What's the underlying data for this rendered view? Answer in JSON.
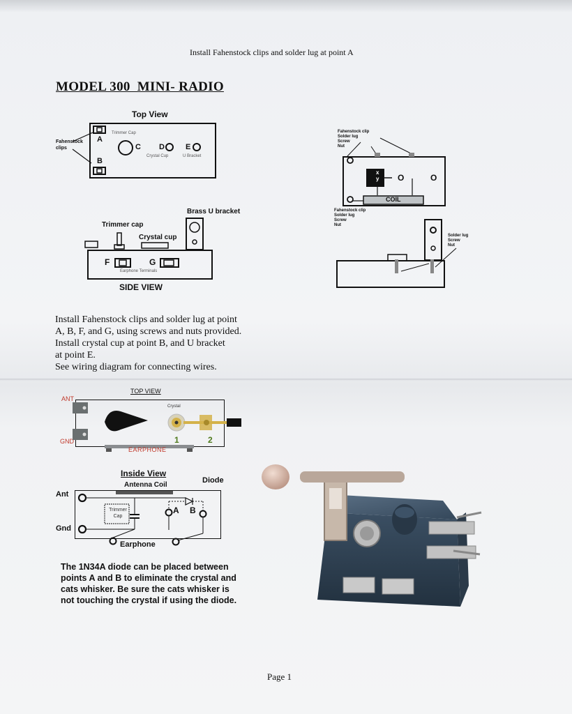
{
  "header": {
    "instruction_line": "Install Fahenstock clips and solder lug at point A"
  },
  "title": "MODEL 300  MINI- RADIO",
  "top_view": {
    "heading": "Top View",
    "clips_label": "Fahenstock clips",
    "trimmer_label": "Trimmer Cap",
    "crystal_cup_label": "Crystal Cup",
    "u_bracket_label": "U Bracket",
    "points": {
      "a": "A",
      "b": "B",
      "c": "C",
      "d": "D",
      "e": "E"
    }
  },
  "side_view": {
    "heading": "SIDE VIEW",
    "brass_label": "Brass U bracket",
    "trimmer_label": "Trimmer cap",
    "crystal_label": "Crystal cup",
    "terminals_label": "Earphone Terminals",
    "points": {
      "f": "F",
      "g": "G"
    }
  },
  "detail_top": {
    "clip_label": "Fahenstock clip",
    "lug_label": "Solder lug",
    "screw_label": "Screw",
    "nut_label": "Nut",
    "coil_label": "COIL",
    "diode_marks": {
      "x": "x",
      "y": "y"
    }
  },
  "detail_side": {
    "clip_label": "Fahenstock clip",
    "lug_label": "Solder lug",
    "screw_label": "Screw",
    "nut_label": "Nut",
    "right_lug_label": "Solder lug",
    "right_screw_label": "Screw",
    "right_nut_label": "Nut"
  },
  "instructions": [
    "Install Fahenstock clips and solder lug at point",
    "A,  B,  F, and G,  using screws and nuts provided.",
    "Install crystal cup at point B, and U bracket",
    "at point E.",
    "See wiring diagram for connecting wires."
  ],
  "color_top_view": {
    "heading": "TOP VIEW",
    "ant_label": "ANT",
    "gnd_label": "GND",
    "crystal_label": "Crystal",
    "earphone_label": "EARPHONE",
    "pos1": "1",
    "pos2": "2",
    "colors": {
      "label_red": "#c0392b",
      "chassis": "#222222",
      "crystal_cup": "#d4b24a"
    }
  },
  "inside_view": {
    "heading": "Inside View",
    "coil_label": "Antenna Coil",
    "diode_label": "Diode",
    "ant_label": "Ant",
    "gnd_label": "Gnd",
    "trimmer_label": "Trimmer Cap",
    "point_a": "A",
    "point_b": "B",
    "earphone_label": "Earphone"
  },
  "diode_note": [
    "The 1N34A diode can be placed between",
    "points A and B to eliminate the crystal and",
    "cats whisker.  Be sure the cats whisker is",
    "not touching the crystal if using the diode."
  ],
  "page_number": "Page 1"
}
